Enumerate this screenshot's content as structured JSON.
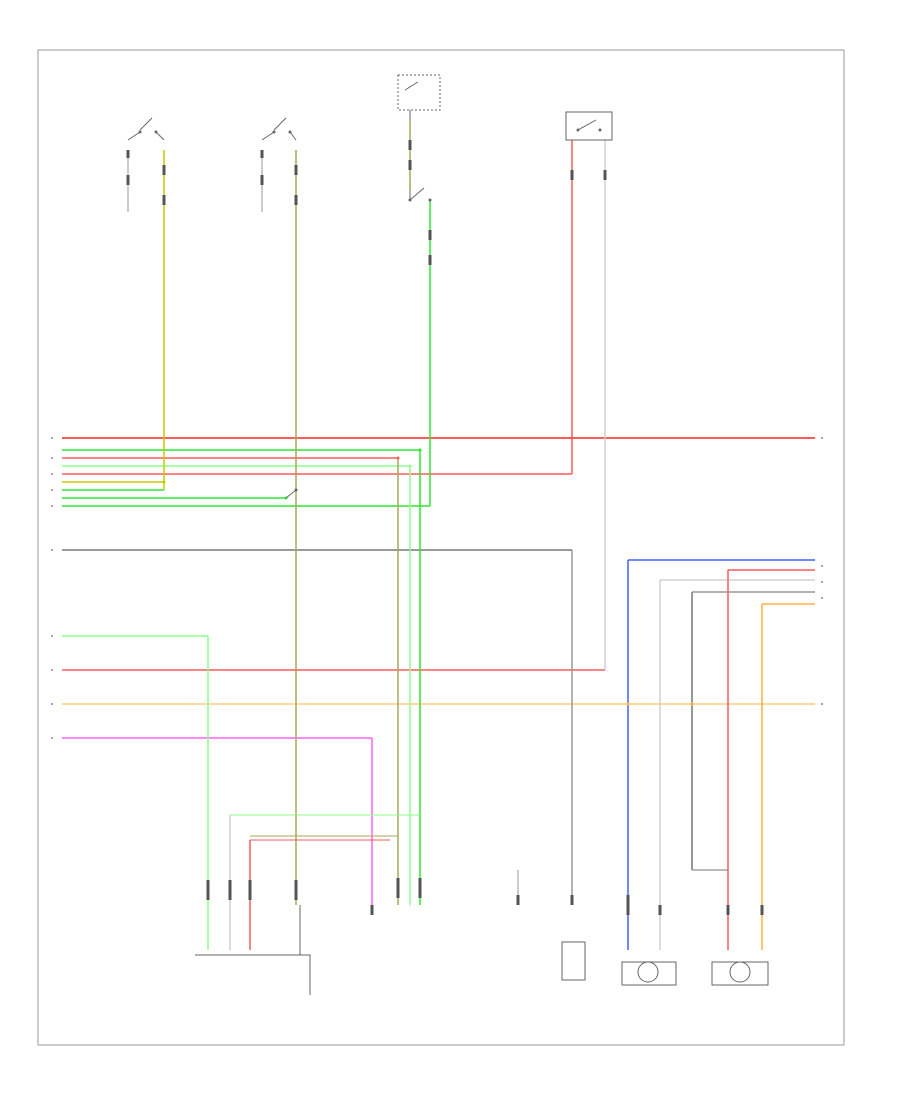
{
  "diagram": {
    "corner_label": "",
    "colors": {
      "red": "#ff5a5a",
      "green": "#2ee82e",
      "light_green": "#8cff8c",
      "yellow": "#c8c800",
      "olive": "#a8a858",
      "gray": "#9a9a9a",
      "white_wire": "#d0d0d0",
      "blue": "#4060ff",
      "orange": "#ffb040",
      "pink": "#ff60ff"
    },
    "components": [
      {
        "id": "lf-door-switch",
        "label": ""
      },
      {
        "id": "rf-door-switch",
        "label": ""
      },
      {
        "id": "ignition-switch",
        "label": ""
      },
      {
        "id": "brake-pedal-switch",
        "label": ""
      },
      {
        "id": "lf-door-connector",
        "label": ""
      },
      {
        "id": "rf-door-connector",
        "label": ""
      },
      {
        "id": "brake-on-off-connector",
        "label": ""
      },
      {
        "id": "crash-sensor-connector",
        "label": ""
      },
      {
        "id": "dlc-connector",
        "label": ""
      },
      {
        "id": "generic-electronic-module",
        "label": ""
      },
      {
        "id": "hood-switch",
        "label": ""
      },
      {
        "id": "rear-abs-sensor",
        "label": ""
      },
      {
        "id": "front-abs-sensor",
        "label": ""
      },
      {
        "id": "splice-note",
        "label": ""
      },
      {
        "id": "fuse-note",
        "label": ""
      },
      {
        "id": "ground-note",
        "label": ""
      }
    ]
  }
}
